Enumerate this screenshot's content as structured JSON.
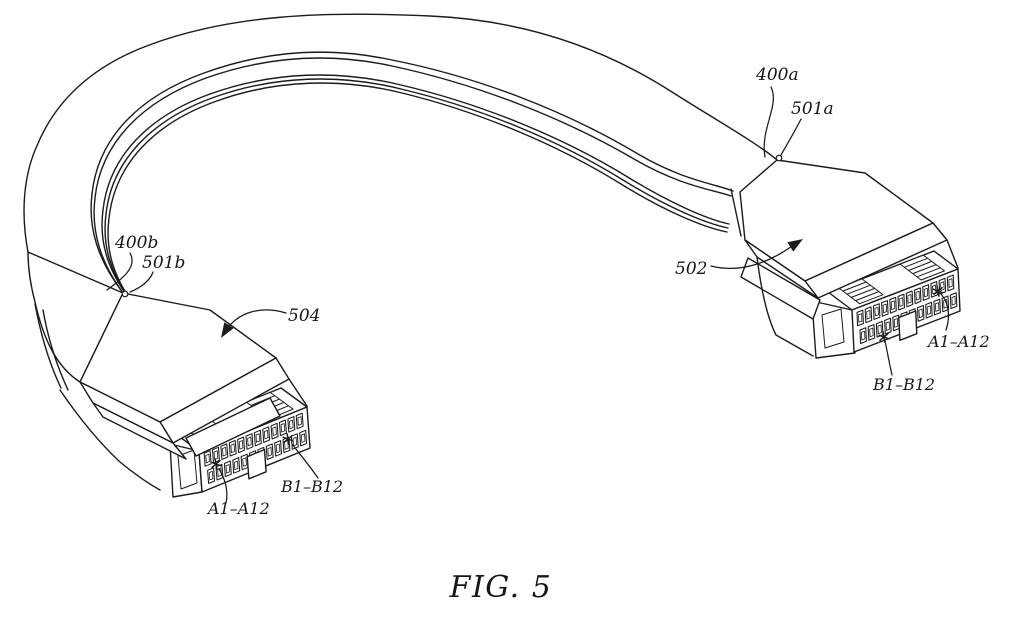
{
  "figure": {
    "caption": "FIG. 5"
  },
  "labels": {
    "right": {
      "cable": "400a",
      "boot": "501a",
      "connector": "502",
      "row_a": "A1–A12",
      "row_b": "B1–B12"
    },
    "left": {
      "cable": "400b",
      "boot": "501b",
      "connector": "504",
      "row_a": "A1–A12",
      "row_b": "B1–B12"
    }
  },
  "connector_spec": {
    "rows": [
      "A",
      "B"
    ],
    "pins_per_row": 12
  }
}
